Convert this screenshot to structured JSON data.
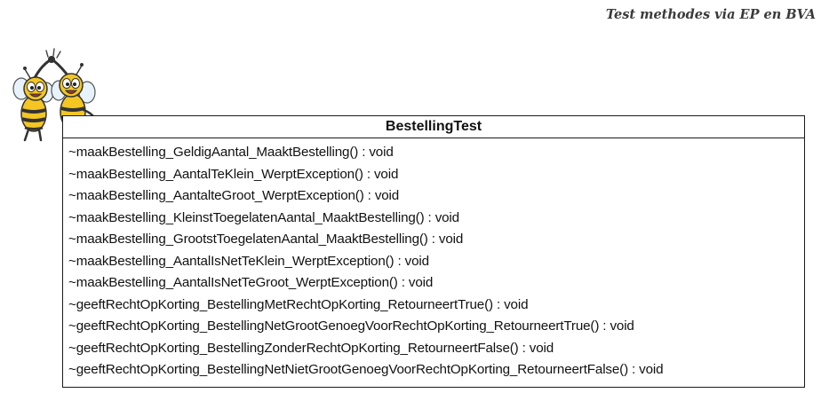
{
  "header": {
    "title": "Test methodes via EP en BVA"
  },
  "uml_class": {
    "name": "BestellingTest",
    "operations": [
      "~maakBestelling_GeldigAantal_MaaktBestelling() : void",
      "~maakBestelling_AantalTeKlein_WerptException() : void",
      "~maakBestelling_AantalteGroot_WerptException() : void",
      "~maakBestelling_KleinstToegelatenAantal_MaaktBestelling() : void",
      "~maakBestelling_GrootstToegelatenAantal_MaaktBestelling() : void",
      "~maakBestelling_AantalIsNetTeKlein_WerptException() : void",
      "~maakBestelling_AantalIsNetTeGroot_WerptException() : void",
      "~geeftRechtOpKorting_BestellingMetRechtOpKorting_RetourneertTrue() : void",
      "~geeftRechtOpKorting_BestellingNetGrootGenoegVoorRechtOpKorting_RetourneertTrue() : void",
      "~geeftRechtOpKorting_BestellingZonderRechtOpKorting_RetourneertFalse() : void",
      "~geeftRechtOpKorting_BestellingNetNietGrootGenoegVoorRechtOpKorting_RetourneertFalse() : void"
    ]
  },
  "decoration": {
    "mascot_icon": "bees-high-five-icon"
  }
}
